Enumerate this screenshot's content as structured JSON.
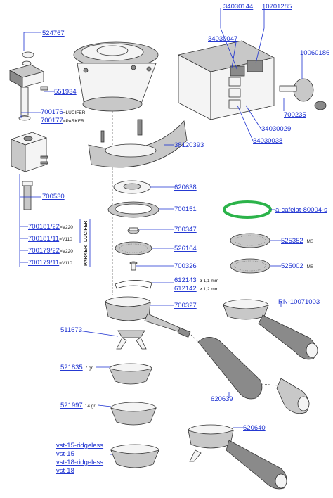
{
  "labels": {
    "p524767": "524767",
    "p551934": "551934",
    "p700176": "700176",
    "p700176_suffix": "=LUCIFER",
    "p700177": "700177",
    "p700177_suffix": "=PARKER",
    "p700530": "700530",
    "p700181_22": "700181/22",
    "p700181_22_v": "=V220",
    "p700181_11": "700181/11",
    "p700181_11_v": "=V110",
    "p700179_22": "700179/22",
    "p700179_22_v": "=V220",
    "p700179_11": "700179/11",
    "p700179_11_v": "=V110",
    "lucifer": "LUCIFER",
    "parker": "PARKER",
    "p34030144": "34030144",
    "p10701285": "10701285",
    "p34030047": "34030047",
    "p10060186": "10060186",
    "p700235": "700235",
    "p34030029": "34030029",
    "p34030038": "34030038",
    "p38120393": "38120393",
    "p620638": "620638",
    "p700151": "700151",
    "p700347": "700347",
    "p526164": "526164",
    "p700326": "700326",
    "p612143": "612143",
    "p612143_note": "ø 1,1 mm",
    "p612142": "612142",
    "p612142_note": "ø 1,2 mm",
    "p700327": "700327",
    "p511673": "511673",
    "p521835": "521835",
    "p521835_note": "7 gr",
    "p521997": "521997",
    "p521997_note": "14 gr",
    "vst15r": "vst-15-ridgeless",
    "vst15": "vst-15",
    "vst18r": "vst-18-ridgeless",
    "vst18": "vst-18",
    "cafelat": "a-cafelat-80004-s",
    "p525352": "525352",
    "p525352_note": "IMS",
    "p525002": "525002",
    "p525002_note": "IMS",
    "rn": "RN-10071003",
    "p620639": "620639",
    "p620640": "620640"
  },
  "colors": {
    "link": "#1a2fd0",
    "highlight_gasket": "#2bb34a"
  }
}
